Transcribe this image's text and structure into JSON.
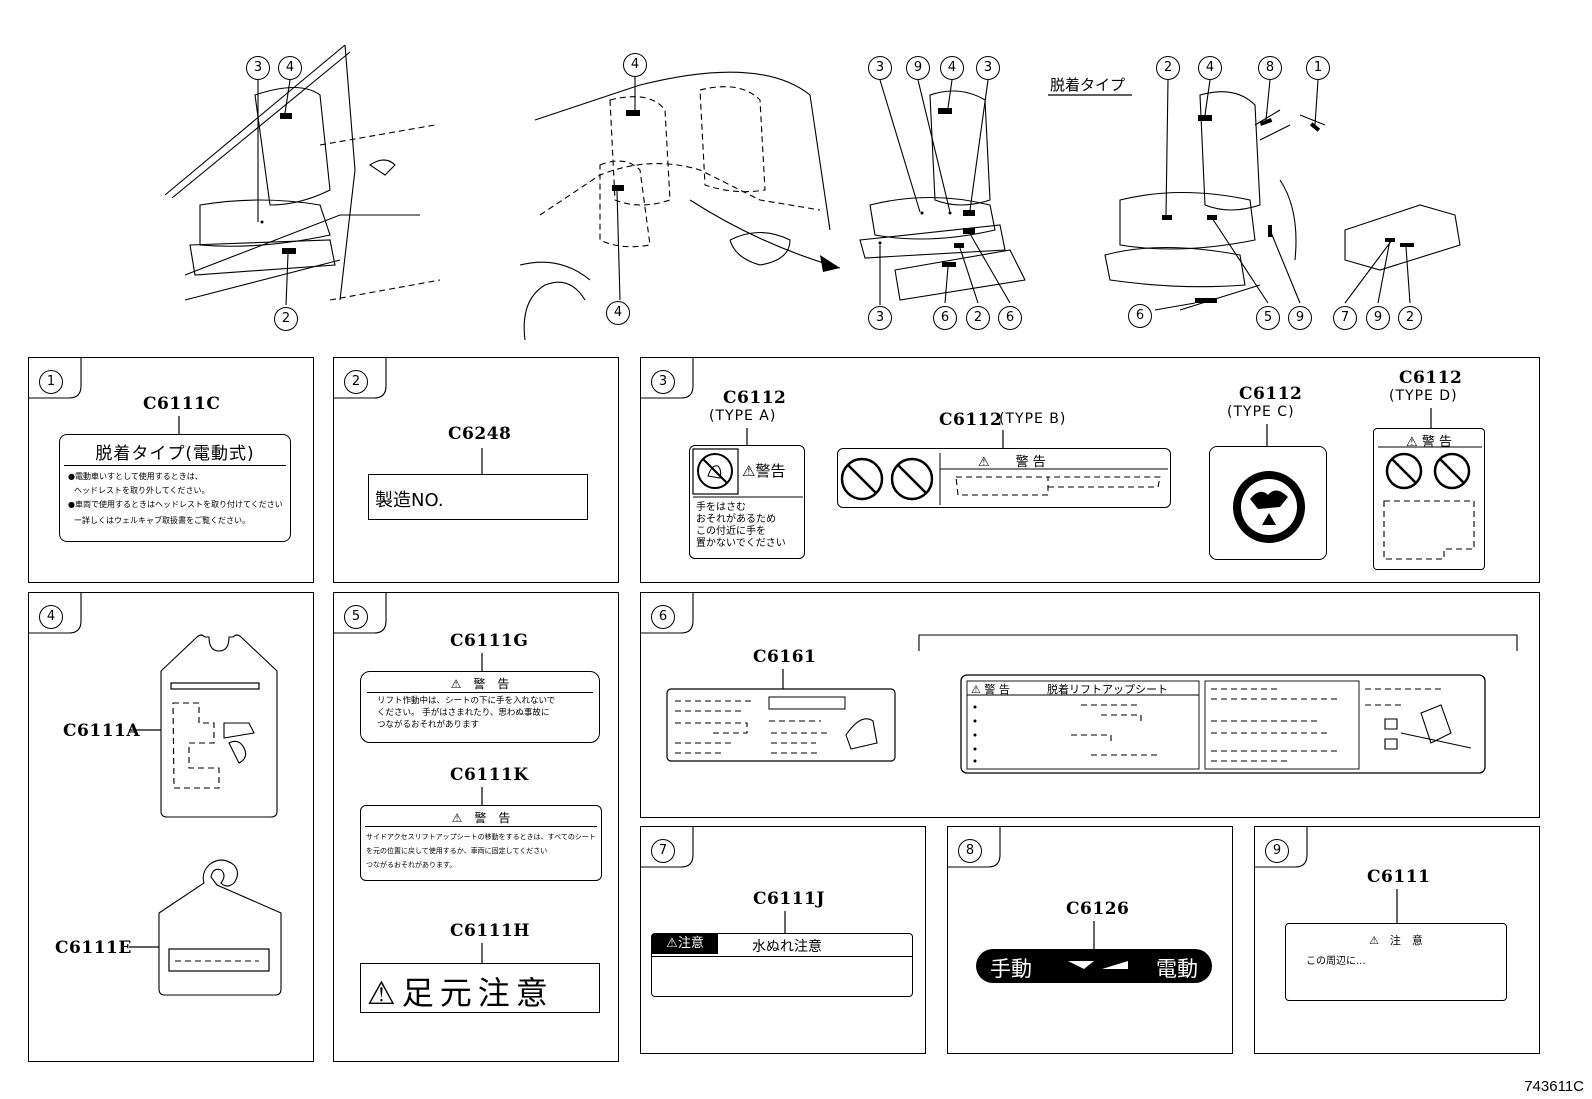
{
  "diagram": {
    "callouts": {
      "v1": [
        "3",
        "4",
        "2"
      ],
      "v2": [
        "4",
        "4"
      ],
      "v3": [
        "3",
        "9",
        "4",
        "3",
        "3",
        "6",
        "2",
        "6"
      ],
      "v4": [
        "2",
        "4",
        "8",
        "1",
        "6",
        "5",
        "9",
        "7",
        "9",
        "2"
      ]
    },
    "removable_type_title": "脱着タイプ",
    "reference_number": "743611C"
  },
  "panels": {
    "p1": {
      "num": "1",
      "code": "C6111C",
      "label_title": "脱着タイプ(電動式)",
      "label_lines": [
        "●電動車いすとして使用するときは、",
        "ヘッドレストを取り外してください。",
        "●車両で使用するときはヘッドレストを取り付けてください",
        "ー詳しくはウェルキャブ取扱書をご覧ください。"
      ]
    },
    "p2": {
      "num": "2",
      "code": "C6248",
      "label_text": "製造NO."
    },
    "p3": {
      "num": "3",
      "a_code": "C6112",
      "a_type": "(TYPE A)",
      "a_warn": "⚠警告",
      "a_lines": [
        "手をはさむ",
        "おそれがあるため",
        "この付近に手を",
        "置かないでください"
      ],
      "b_code": "C6112",
      "b_type": "(TYPE B)",
      "b_warn": "⚠　　警 告",
      "c_code": "C6112",
      "c_type": "(TYPE C)",
      "d_code": "C6112",
      "d_type": "(TYPE D)",
      "d_warn": "⚠ 警 告"
    },
    "p4": {
      "num": "4",
      "code_a": "C6111A",
      "code_e": "C6111E"
    },
    "p5": {
      "num": "5",
      "g_code": "C6111G",
      "g_warn": "⚠　警　告",
      "g_lines": [
        "リフト作動中は、シートの下に手を入れないで",
        "ください。 手がはさまれたり、思わぬ事故に",
        "つながるおそれがあります"
      ],
      "k_code": "C6111K",
      "k_warn": "⚠　警　告",
      "k_lines": [
        "サイドアクセスリフトアップシートの移動をするときは、すべてのシート",
        "を元の位置に戻して使用するか、車両に固定してください",
        "つながるおそれがあります。"
      ],
      "h_code": "C6111H",
      "h_text": "⚠足元注意"
    },
    "p6": {
      "num": "6",
      "code": "C6161",
      "big_warn": "⚠ 警 告",
      "big_title": "脱着リフトアップシート"
    },
    "p7": {
      "num": "7",
      "code": "C6111J",
      "tag": "⚠注意",
      "title": "水ぬれ注意"
    },
    "p8": {
      "num": "8",
      "code": "C6126",
      "left": "手動",
      "right": "電動"
    },
    "p9": {
      "num": "9",
      "code": "C6111",
      "warn": "⚠　注　意",
      "text": "この周辺に..."
    }
  }
}
